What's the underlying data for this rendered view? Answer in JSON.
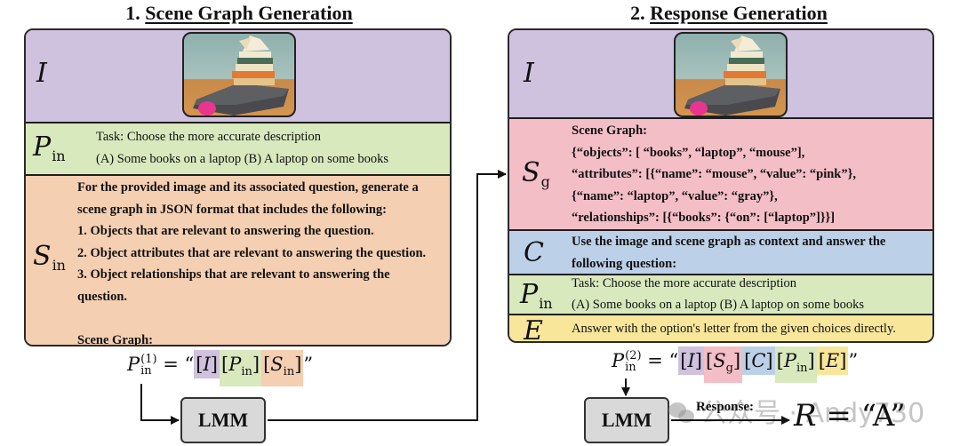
{
  "stage1": {
    "number": "1.",
    "title": "Scene Graph Generation",
    "rows": {
      "image": {
        "symbol": "I",
        "image_alt": "stack of books on a laptop with a pink mouse"
      },
      "prompt": {
        "symbol": "P",
        "subscript": "in",
        "lines": [
          "Task: Choose the more accurate description",
          "(A) Some books on a laptop (B) A laptop on some books"
        ]
      },
      "sg_instruction": {
        "symbol": "S",
        "subscript": "in",
        "lines": [
          "For the provided image and its associated question, generate a",
          "scene graph in JSON format that includes the following:",
          "1. Objects that are relevant to answering the question.",
          "2. Object attributes that are relevant to answering the question.",
          "3. Object relationships that are relevant to answering the",
          "question.",
          "",
          "Scene Graph:"
        ]
      }
    },
    "formula": {
      "lhs": "P",
      "sup": "(1)",
      "sub": "in",
      "eq": "=",
      "open_quote": "“",
      "close_quote": "”",
      "chips": [
        {
          "sym": "I",
          "sub": "",
          "color": "#cec2df"
        },
        {
          "sym": "P",
          "sub": "in",
          "color": "#d8e9bd"
        },
        {
          "sym": "S",
          "sub": "in",
          "color": "#f5cfb2"
        }
      ]
    },
    "model_label": "LMM"
  },
  "stage2": {
    "number": "2.",
    "title": "Response Generation",
    "rows": {
      "image": {
        "symbol": "I",
        "image_alt": "stack of books on a laptop with a pink mouse"
      },
      "scene_graph": {
        "symbol": "S",
        "subscript": "g",
        "lines": [
          "Scene Graph:",
          "{“objects”: [ “books”, “laptop”, “mouse”],",
          "“attributes”: [{“name”: “mouse”, “value”:  “pink”},",
          "{“name”: “laptop”, “value”: “gray”},",
          "“relationships”: [{“books”: {“on”: [“laptop”]}}]"
        ]
      },
      "context": {
        "symbol": "C",
        "lines": [
          "Use the image and scene graph as context and answer the",
          "following question:"
        ]
      },
      "prompt": {
        "symbol": "P",
        "subscript": "in",
        "lines": [
          "Task: Choose the more accurate description",
          "(A) Some books on a laptop (B) A laptop on some books"
        ]
      },
      "extraction": {
        "symbol": "E",
        "lines": [
          "Answer with the option's letter from the given choices directly."
        ]
      }
    },
    "formula": {
      "lhs": "P",
      "sup": "(2)",
      "sub": "in",
      "eq": "=",
      "open_quote": "“",
      "close_quote": "”",
      "chips": [
        {
          "sym": "I",
          "sub": "",
          "color": "#cec2df"
        },
        {
          "sym": "S",
          "sub": "g",
          "color": "#f4bec6"
        },
        {
          "sym": "C",
          "sub": "",
          "color": "#bcd0e8"
        },
        {
          "sym": "P",
          "sub": "in",
          "color": "#d8e9bd"
        },
        {
          "sym": "E",
          "sub": "",
          "color": "#f8e69a"
        }
      ]
    },
    "model_label": "LMM",
    "response_label": "Response:",
    "result": {
      "sym": "R",
      "eq": "=",
      "value": "“A”"
    }
  },
  "watermark": "公众号 · Andy730",
  "colors": {
    "image_row": "#cec2df",
    "prompt_row": "#d8e9bd",
    "sg_instruction_row": "#f5cfb2",
    "scene_graph_row": "#f4bec6",
    "context_row": "#bcd0e8",
    "extraction_row": "#f8e69a",
    "model_box": "#d9d9d9"
  }
}
